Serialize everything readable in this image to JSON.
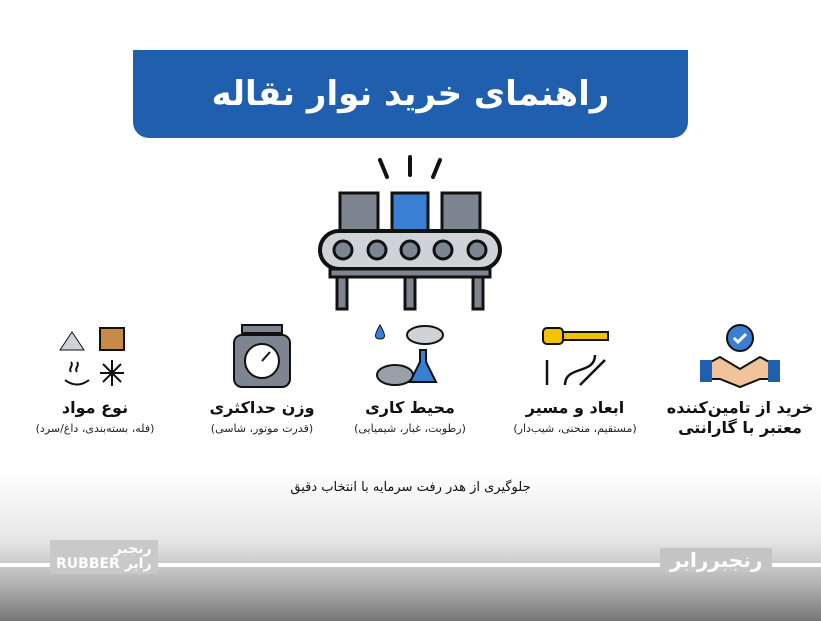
{
  "title": "راهنمای خرید نوار نقاله",
  "colors": {
    "banner": "#1f5fae",
    "accent": "#3b7fd4",
    "icon_gray": "#7d8590"
  },
  "items": [
    {
      "icon": "handshake-badge-icon",
      "title": "خرید از تامین‌کننده معتبر با گارانتی",
      "subtitle": ""
    },
    {
      "icon": "tape-measure-path-icon",
      "title": "ابعاد و مسیر",
      "subtitle": "(مستقیم، منحنی، شیب‌دار)"
    },
    {
      "icon": "environment-icon",
      "title": "محیط کاری",
      "subtitle": "(رطوبت، غبار، شیمیایی)"
    },
    {
      "icon": "scale-icon",
      "title": "وزن حداکثری",
      "subtitle": "(قدرت موتور، شاسی)"
    },
    {
      "icon": "materials-icon",
      "title": "نوع مواد",
      "subtitle": "(فله، بسته‌بندی، داغ/سرد)"
    }
  ],
  "footer": "جلوگیری از هدر رفت سرمایه با انتخاب دقیق",
  "logo_left": {
    "line1": "رنجبر",
    "line2": "رابر RUBBER"
  },
  "logo_right": "رنجبررابر"
}
